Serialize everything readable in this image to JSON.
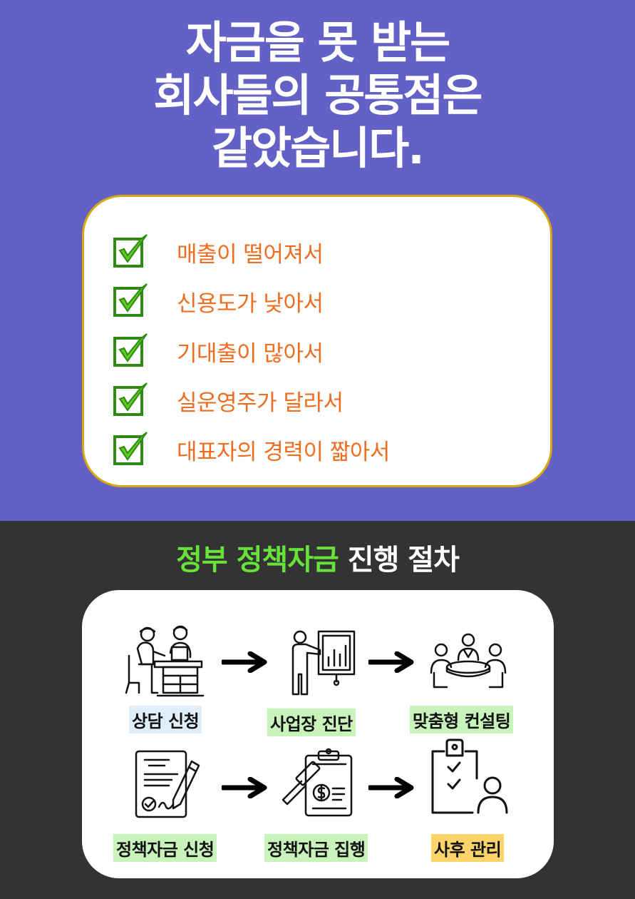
{
  "headline": {
    "lines": [
      "자금을 못 받는",
      "회사들의 공통점은",
      "같았습니다."
    ]
  },
  "checklist": {
    "items": [
      "매출이 떨어져서",
      "신용도가 낮아서",
      "기대출이 많아서",
      "실운영주가 달라서",
      "대표자의 경력이 짧아서"
    ]
  },
  "procedure": {
    "title_highlight": "정부 정책자금",
    "title_rest": "진행 절차",
    "steps": [
      {
        "label": "상담 신청",
        "icon": "consultation-icon",
        "label_bg": "#deeefb"
      },
      {
        "label": "사업장 진단",
        "icon": "presentation-icon",
        "label_bg": "#c8f3bb"
      },
      {
        "label": "맞춤형 컨설팅",
        "icon": "meeting-icon",
        "label_bg": "#c8f3bb"
      },
      {
        "label": "정책자금 신청",
        "icon": "signed-contract-icon",
        "label_bg": "#c8f3bb"
      },
      {
        "label": "정책자금 집행",
        "icon": "clipboard-auction-money-icon",
        "label_bg": "#c8f3bb"
      },
      {
        "label": "사후 관리",
        "icon": "checklist-person-icon",
        "label_bg": "#fdd46a"
      }
    ]
  },
  "colors": {
    "top_bg": "#6461c6",
    "bottom_bg": "#333333",
    "card_border": "#d7a614",
    "check_text": "#ef6d21",
    "check_mark": "#62d21d",
    "title_highlight": "#66e23a"
  }
}
